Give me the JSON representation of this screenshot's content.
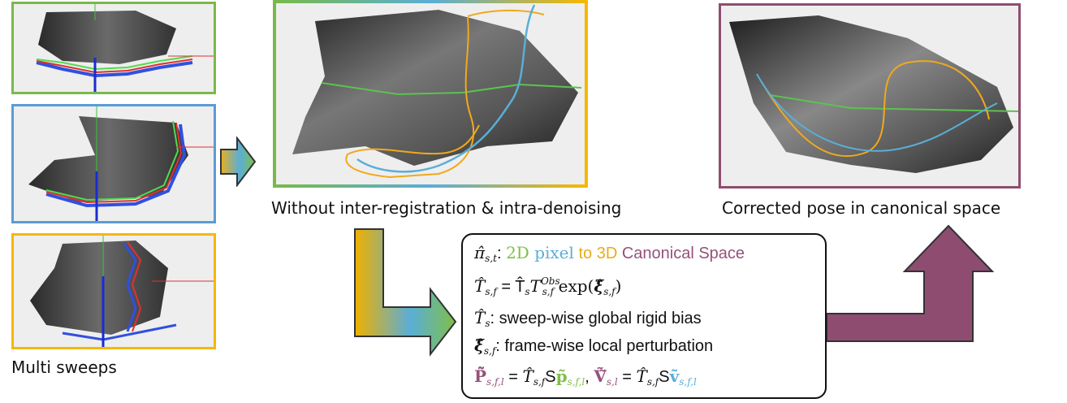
{
  "captions": {
    "multi": "Multi sweeps",
    "without": "Without inter-registration & intra-denoising",
    "corrected": "Corrected pose in canonical space"
  },
  "formula": {
    "line1": {
      "pi": "π̂",
      "sub": "s,t",
      "colon": ": ",
      "a": "2D",
      "b": " pixel",
      "c": " to 3D ",
      "d": "Canonical Space"
    },
    "line2": {
      "text": "= T̂",
      "exp": "exp(",
      "xi": "ξ̂",
      "close": ")",
      "sub1": "s,f",
      "sub2": "s",
      "obs": "Obs"
    },
    "line3": {
      "desc": ": sweep-wise global rigid bias"
    },
    "line4": {
      "desc": ": frame-wise local perturbation"
    },
    "line5": {
      "eq": " = ",
      "sep": ", ",
      "S": "S"
    }
  },
  "colors": {
    "green": "#79b94a",
    "blue": "#5b9bd5",
    "yellow": "#f5b800",
    "purple": "#8e4d70",
    "curve_green": "#5cc24f",
    "curve_blue": "#5aaed6",
    "curve_yellow": "#f0a91c"
  }
}
